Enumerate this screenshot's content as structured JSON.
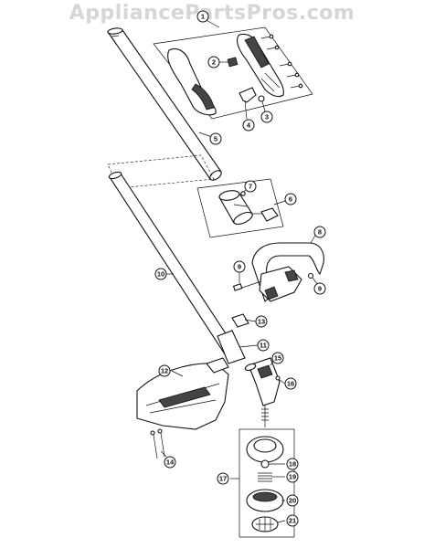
{
  "watermark": "AppliancePartsPros.com",
  "callouts": [
    "1",
    "2",
    "3",
    "4",
    "5",
    "6",
    "7",
    "8",
    "9",
    "9",
    "10",
    "11",
    "12",
    "13",
    "14",
    "15",
    "16",
    "17",
    "18",
    "19",
    "20",
    "21"
  ]
}
